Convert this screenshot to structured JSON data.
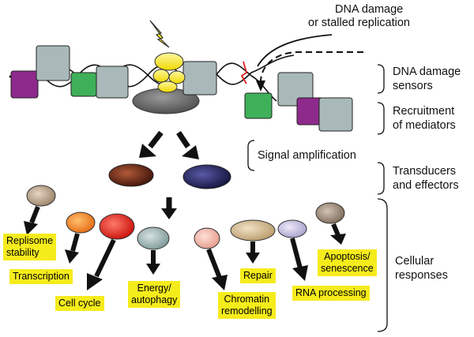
{
  "top_label": {
    "line1": "DNA damage",
    "line2": "or stalled replication"
  },
  "stages": [
    {
      "line1": "DNA damage",
      "line2": "sensors"
    },
    {
      "line1": "Recruitment",
      "line2": "of mediators"
    },
    {
      "line1": "Signal amplification",
      "line2": ""
    },
    {
      "line1": "Transducers",
      "line2": "and effectors"
    },
    {
      "line1": "Cellular",
      "line2": "responses"
    }
  ],
  "responses": [
    {
      "line1": "Replisome",
      "line2": "stability"
    },
    {
      "line1": "Transcription",
      "line2": ""
    },
    {
      "line1": "Cell cycle",
      "line2": ""
    },
    {
      "line1": "Energy/",
      "line2": "autophagy"
    },
    {
      "line1": "Chromatin",
      "line2": "remodelling"
    },
    {
      "line1": "Repair",
      "line2": ""
    },
    {
      "line1": "RNA processing",
      "line2": ""
    },
    {
      "line1": "Apoptosis/",
      "line2": "senescence"
    }
  ],
  "colors": {
    "highlight": "#f5ec1c",
    "sensor_grey": "#a9b9b9",
    "sensor_green": "#3fb05a",
    "sensor_purple": "#8e2a8c",
    "lightning": "#f2e61a",
    "transducer_brown": "#6a2a1a",
    "transducer_navy": "#23235e"
  }
}
